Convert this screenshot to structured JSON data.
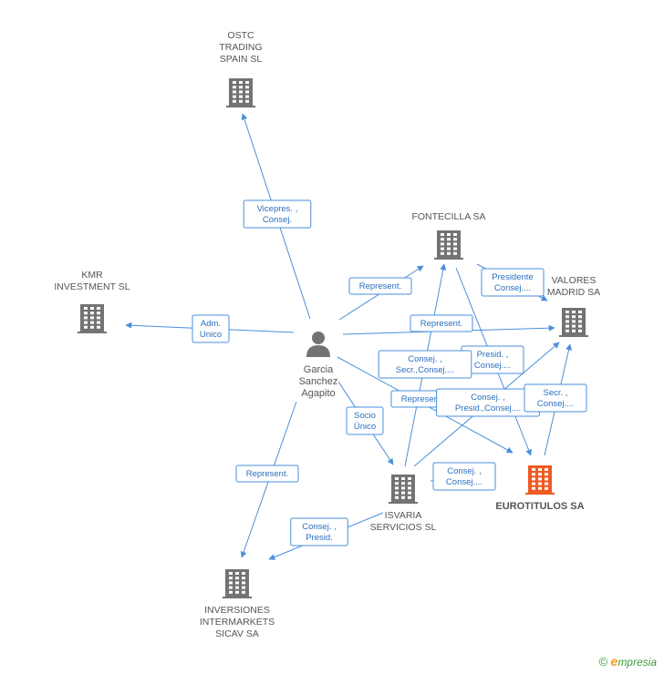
{
  "colors": {
    "edge": "#4a8fdb",
    "company": "#737373",
    "main_company": "#f05a23",
    "person": "#737373",
    "label_text": "#2a6fbf"
  },
  "nodes": [
    {
      "id": "ostc",
      "type": "company",
      "label": [
        "OSTC",
        "TRADING",
        "SPAIN  SL"
      ]
    },
    {
      "id": "kmr",
      "type": "company",
      "label": [
        "KMR",
        "INVESTMENT SL"
      ]
    },
    {
      "id": "fontecilla",
      "type": "company",
      "label": [
        "FONTECILLA SA"
      ]
    },
    {
      "id": "valores",
      "type": "company",
      "label": [
        "VALORES",
        "MADRID SA"
      ]
    },
    {
      "id": "garcia",
      "type": "person",
      "label": [
        "Garcia",
        "Sanchez",
        "Agapito"
      ]
    },
    {
      "id": "isvaria",
      "type": "company",
      "label": [
        "ISVARIA",
        "SERVICIOS SL"
      ]
    },
    {
      "id": "eurotitulos",
      "type": "main_company",
      "label": [
        "EUROTITULOS SA"
      ]
    },
    {
      "id": "inversiones",
      "type": "company",
      "label": [
        "INVERSIONES",
        "INTERMARKETS",
        "SICAV SA"
      ]
    }
  ],
  "edges": [
    {
      "id": "e1",
      "from": "garcia",
      "to": "ostc",
      "label": [
        "Vicepres. ,",
        "Consej."
      ]
    },
    {
      "id": "e2",
      "from": "garcia",
      "to": "kmr",
      "label": [
        "Adm.",
        "Unico"
      ]
    },
    {
      "id": "e3",
      "from": "garcia",
      "to": "fontecilla",
      "label": [
        "Represent."
      ]
    },
    {
      "id": "e4",
      "from": "garcia",
      "to": "valores",
      "label": [
        "Represent."
      ]
    },
    {
      "id": "e5",
      "from": "garcia",
      "to": "eurotitulos",
      "label": [
        "Represent."
      ]
    },
    {
      "id": "e6",
      "from": "garcia",
      "to": "isvaria",
      "label": [
        "Socio",
        "Único"
      ]
    },
    {
      "id": "e7",
      "from": "garcia",
      "to": "inversiones",
      "label": [
        "Represent."
      ]
    },
    {
      "id": "e8",
      "from": "fontecilla",
      "to": "valores",
      "label": [
        "Presidente",
        "Consej...."
      ]
    },
    {
      "id": "e9",
      "from": "fontecilla",
      "to": "eurotitulos",
      "label": [
        "Presid. ,",
        "Consej...."
      ]
    },
    {
      "id": "e10",
      "from": "isvaria",
      "to": "fontecilla",
      "label": [
        "Consej. ,",
        "Secr.,Consej...."
      ]
    },
    {
      "id": "e11",
      "from": "isvaria",
      "to": "valores",
      "label": [
        "Consej. ,",
        "Presid.,Consej...."
      ]
    },
    {
      "id": "e12",
      "from": "eurotitulos",
      "to": "valores",
      "label": [
        "Secr. ,",
        "Consej...."
      ]
    },
    {
      "id": "e13",
      "from": "isvaria",
      "to": "eurotitulos",
      "label": [
        "Consej. ,",
        "Consej...."
      ]
    },
    {
      "id": "e14",
      "from": "isvaria",
      "to": "inversiones",
      "label": [
        "Consej. ,",
        "Presid."
      ]
    }
  ],
  "watermark": {
    "copyright": "©",
    "brand_initial": "e",
    "brand_rest": "mpresia"
  }
}
